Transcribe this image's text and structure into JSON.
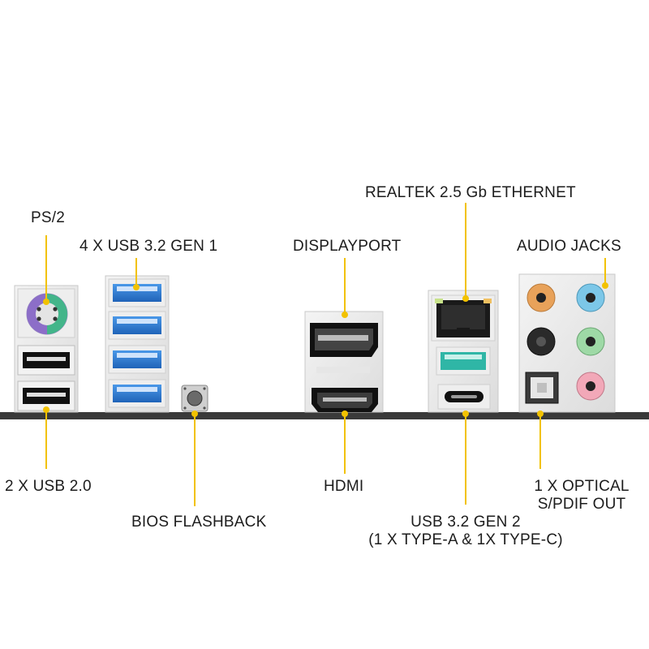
{
  "labels": {
    "ps2": "PS/2",
    "usb32_gen1": "4 X USB 3.2 GEN 1",
    "displayport": "DISPLAYPORT",
    "ethernet": "REALTEK 2.5 Gb ETHERNET",
    "audio": "AUDIO JACKS",
    "usb20": "2 X USB 2.0",
    "bios": "BIOS FLASHBACK",
    "hdmi": "HDMI",
    "usb32_gen2_line1": "USB 3.2 GEN 2",
    "usb32_gen2_line2": "(1 X TYPE-A & 1X TYPE-C)",
    "optical_line1": "1 X OPTICAL",
    "optical_line2": "S/PDIF OUT"
  },
  "colors": {
    "leader": "#f2c200",
    "usb3_blue": "#2f7fd6",
    "usb32_gen2_teal": "#2fb6a6",
    "ps2_purple": "#8c6ec8",
    "ps2_green": "#43b58a",
    "audio_orange": "#e8a25a",
    "audio_blue": "#7cc7e8",
    "audio_black": "#2a2a2a",
    "audio_green": "#9ed9a6",
    "audio_pink": "#f2a8b8"
  }
}
